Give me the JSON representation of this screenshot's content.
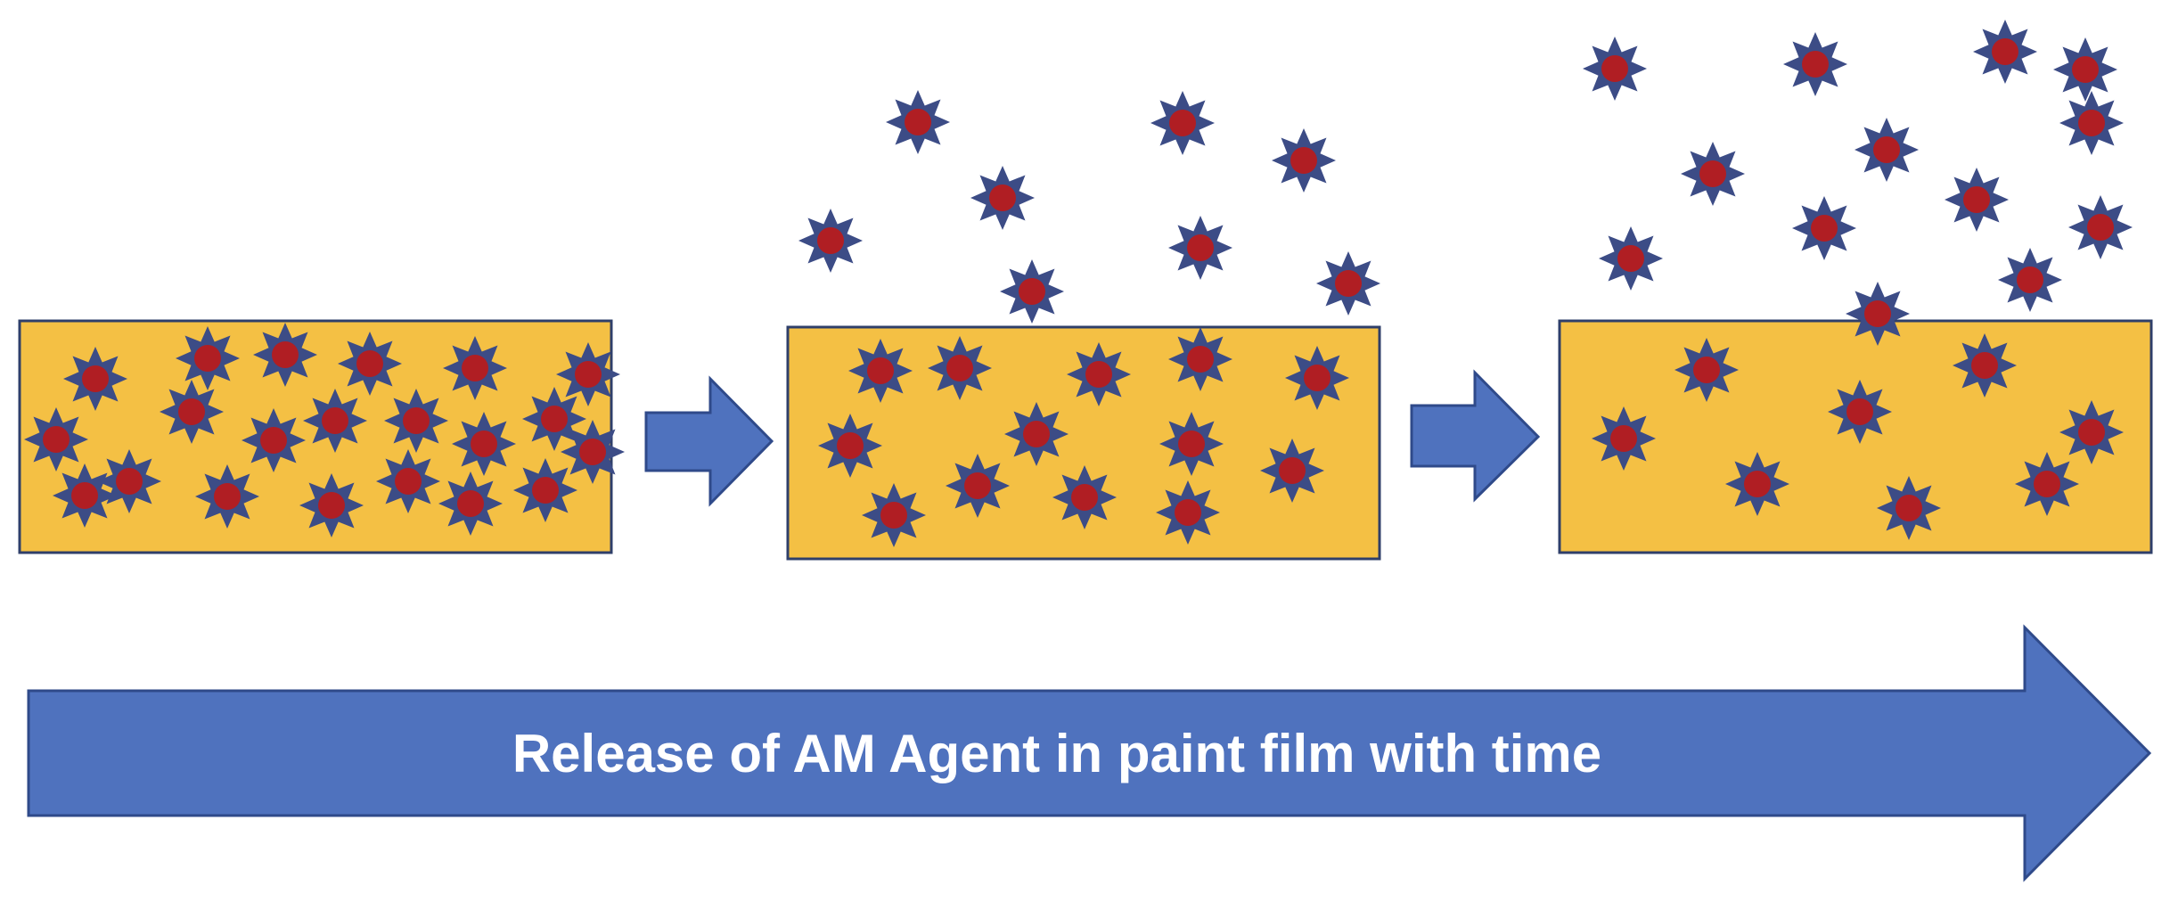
{
  "caption": "Release of AM Agent in paint film with time",
  "colors": {
    "film_fill": "#F4C044",
    "film_stroke": "#2F3F6A",
    "arrow_fill": "#4F72BE",
    "arrow_stroke": "#2F4A8A",
    "star_fill": "#3C4C86",
    "star_center": "#B01E23"
  },
  "stages": [
    {
      "name": "stage-initial"
    },
    {
      "name": "stage-middle"
    },
    {
      "name": "stage-late"
    }
  ]
}
